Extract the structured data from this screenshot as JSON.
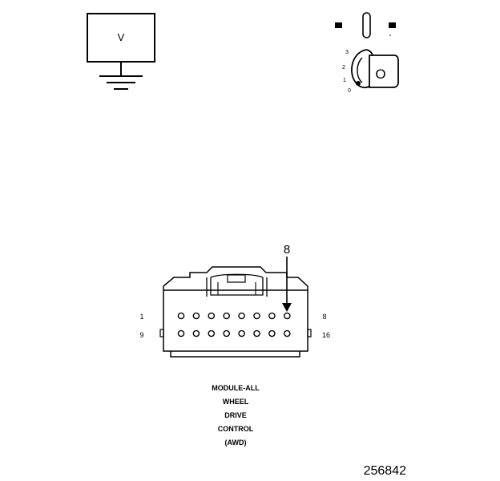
{
  "meter": {
    "symbol": "V"
  },
  "ignition": {
    "positions": [
      "0",
      "1",
      "2",
      "3"
    ],
    "key_letter": "O"
  },
  "connector": {
    "callout_pin": "8",
    "row1_start": "1",
    "row1_end": "8",
    "row2_start": "9",
    "row2_end": "16",
    "pins_per_row": 8,
    "name_lines": [
      "MODULE-ALL",
      "WHEEL",
      "DRIVE",
      "CONTROL",
      "(AWD)"
    ]
  },
  "figure_number": "256842"
}
